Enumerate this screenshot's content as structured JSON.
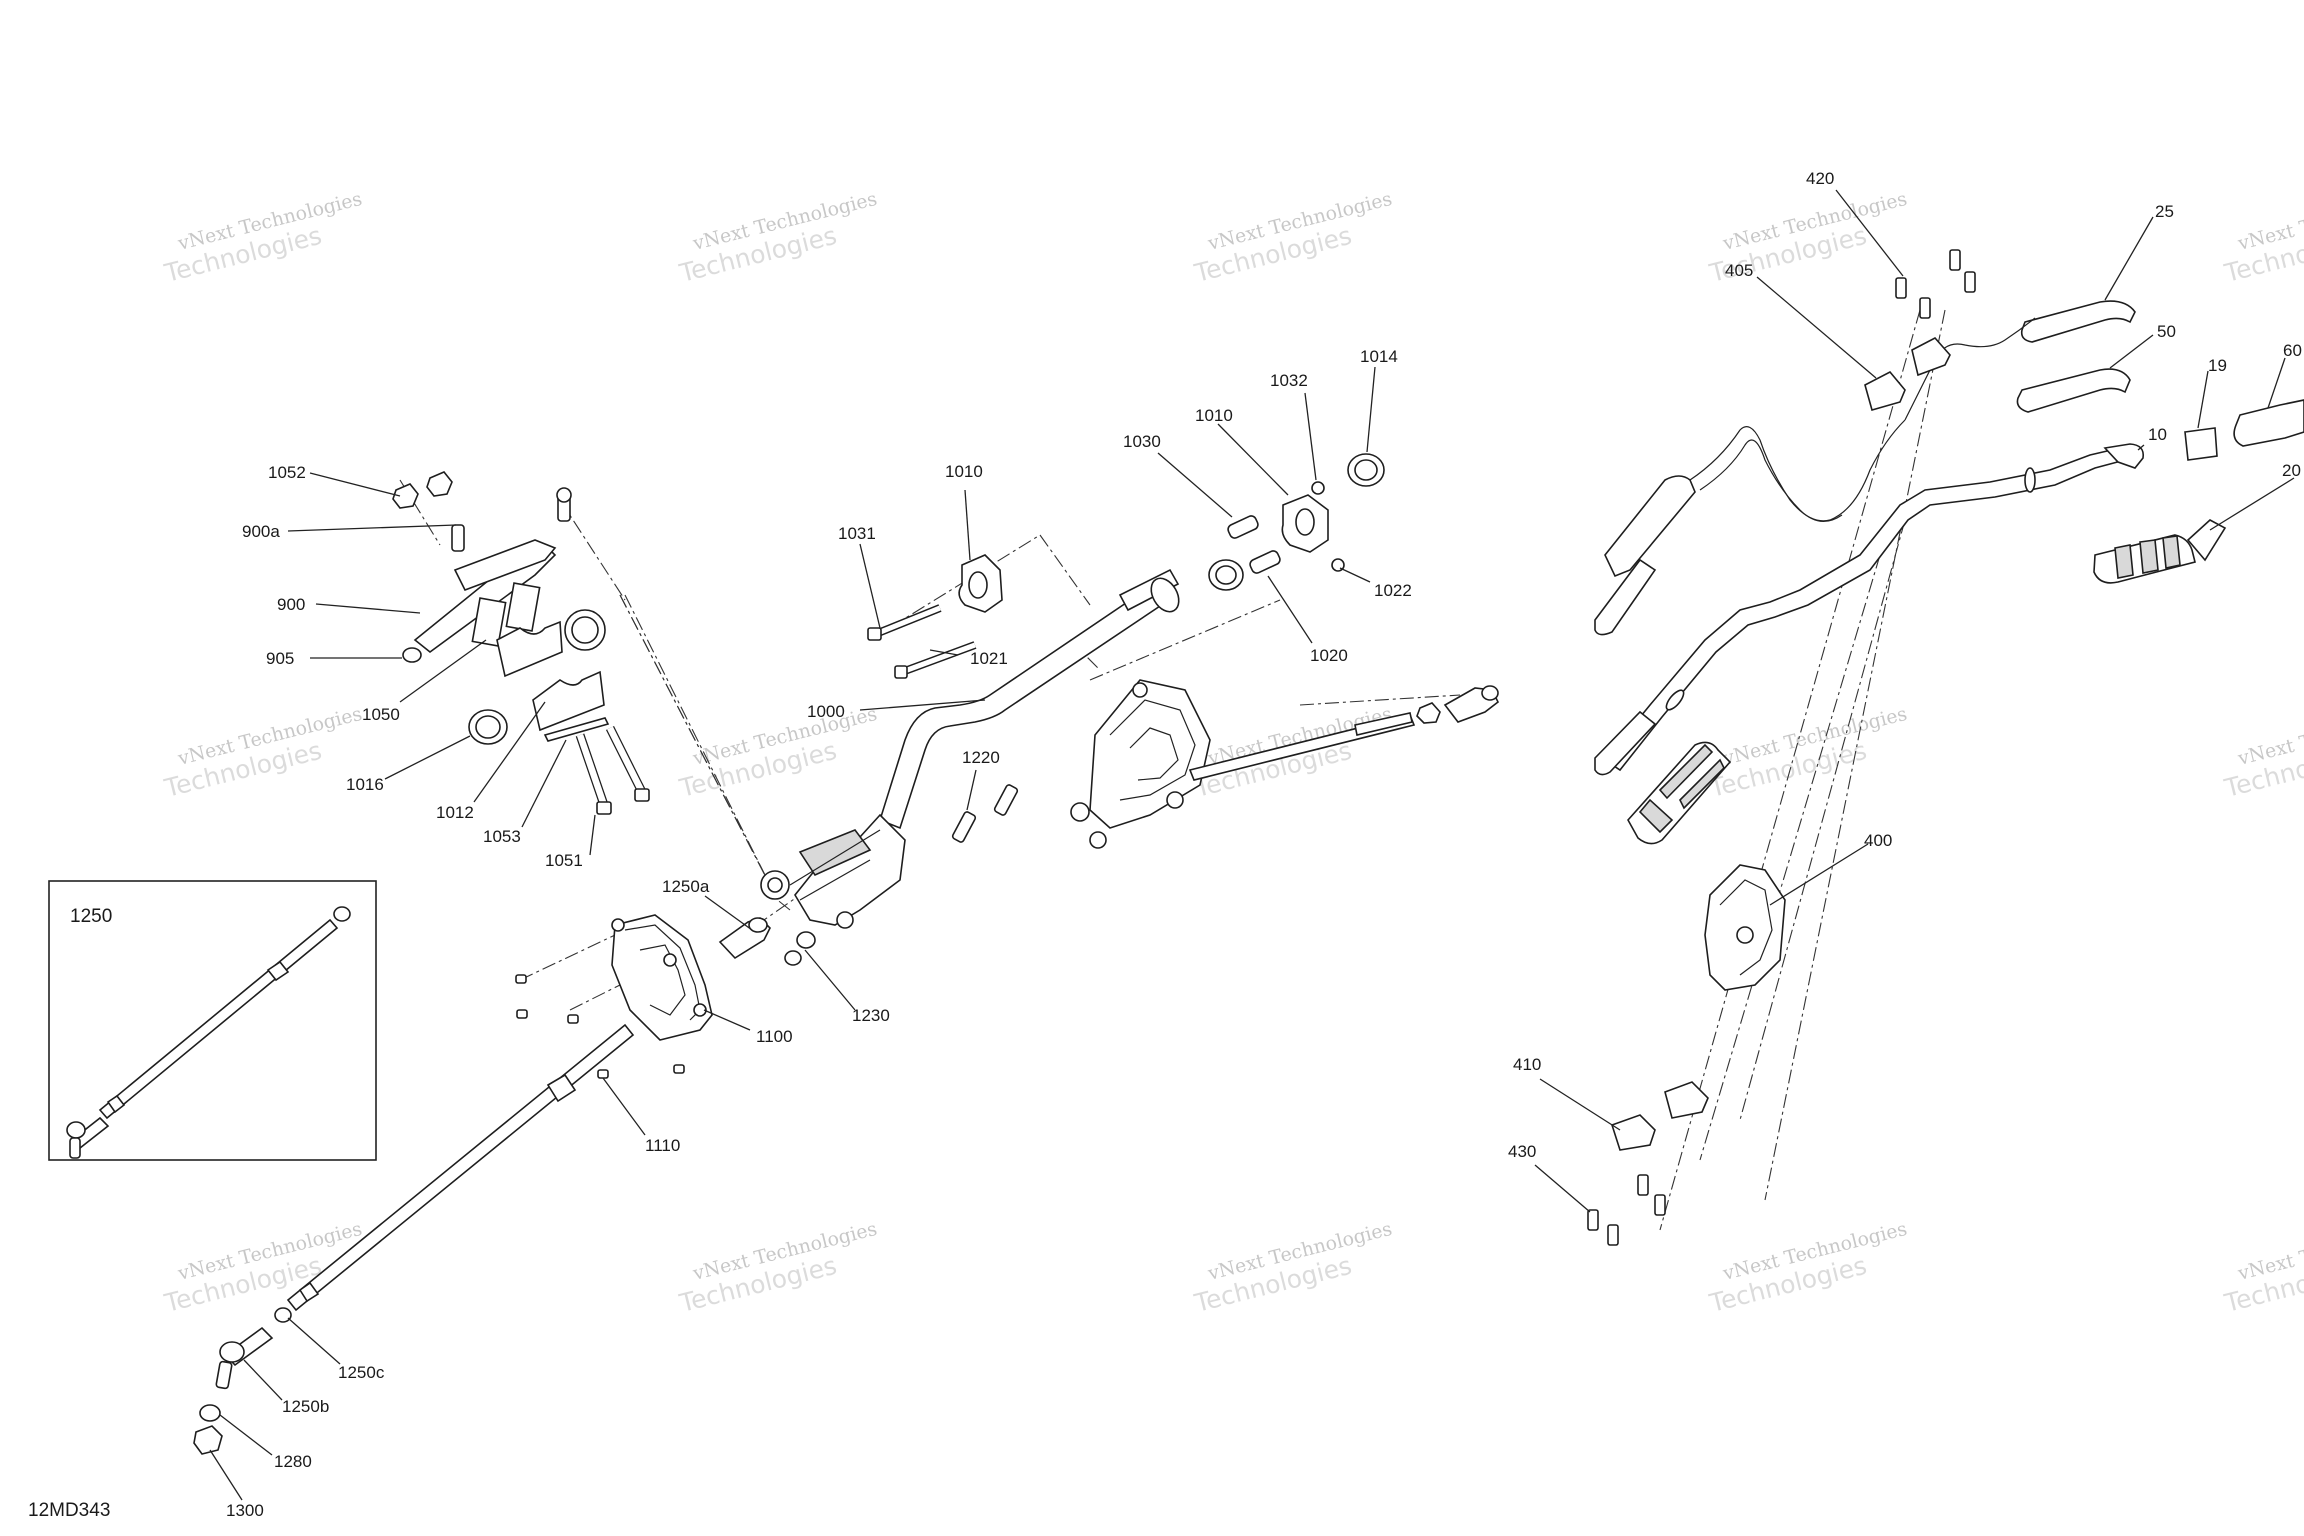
{
  "diagram_code": "12MD343",
  "inset_label": "1250",
  "watermark": {
    "line1": "vNext Technologies",
    "line2": "Technologies"
  },
  "callouts": [
    {
      "id": "c1052",
      "text": "1052"
    },
    {
      "id": "c900a",
      "text": "900a"
    },
    {
      "id": "c900",
      "text": "900"
    },
    {
      "id": "c905",
      "text": "905"
    },
    {
      "id": "c1050",
      "text": "1050"
    },
    {
      "id": "c1016",
      "text": "1016"
    },
    {
      "id": "c1012",
      "text": "1012"
    },
    {
      "id": "c1053",
      "text": "1053"
    },
    {
      "id": "c1051",
      "text": "1051"
    },
    {
      "id": "c1031",
      "text": "1031"
    },
    {
      "id": "c1010a",
      "text": "1010"
    },
    {
      "id": "c1021",
      "text": "1021"
    },
    {
      "id": "c1000",
      "text": "1000"
    },
    {
      "id": "c1030",
      "text": "1030"
    },
    {
      "id": "c1010b",
      "text": "1010"
    },
    {
      "id": "c1032",
      "text": "1032"
    },
    {
      "id": "c1014",
      "text": "1014"
    },
    {
      "id": "c1022",
      "text": "1022"
    },
    {
      "id": "c1020",
      "text": "1020"
    },
    {
      "id": "c1220",
      "text": "1220"
    },
    {
      "id": "c1250a",
      "text": "1250a"
    },
    {
      "id": "c1230",
      "text": "1230"
    },
    {
      "id": "c1100",
      "text": "1100"
    },
    {
      "id": "c1110",
      "text": "1110"
    },
    {
      "id": "c1250c",
      "text": "1250c"
    },
    {
      "id": "c1250b",
      "text": "1250b"
    },
    {
      "id": "c1280",
      "text": "1280"
    },
    {
      "id": "c1300",
      "text": "1300"
    },
    {
      "id": "c420",
      "text": "420"
    },
    {
      "id": "c405",
      "text": "405"
    },
    {
      "id": "c25",
      "text": "25"
    },
    {
      "id": "c50",
      "text": "50"
    },
    {
      "id": "c19",
      "text": "19"
    },
    {
      "id": "c60",
      "text": "60"
    },
    {
      "id": "c10",
      "text": "10"
    },
    {
      "id": "c20",
      "text": "20"
    },
    {
      "id": "c400",
      "text": "400"
    },
    {
      "id": "c410",
      "text": "410"
    },
    {
      "id": "c430",
      "text": "430"
    }
  ]
}
